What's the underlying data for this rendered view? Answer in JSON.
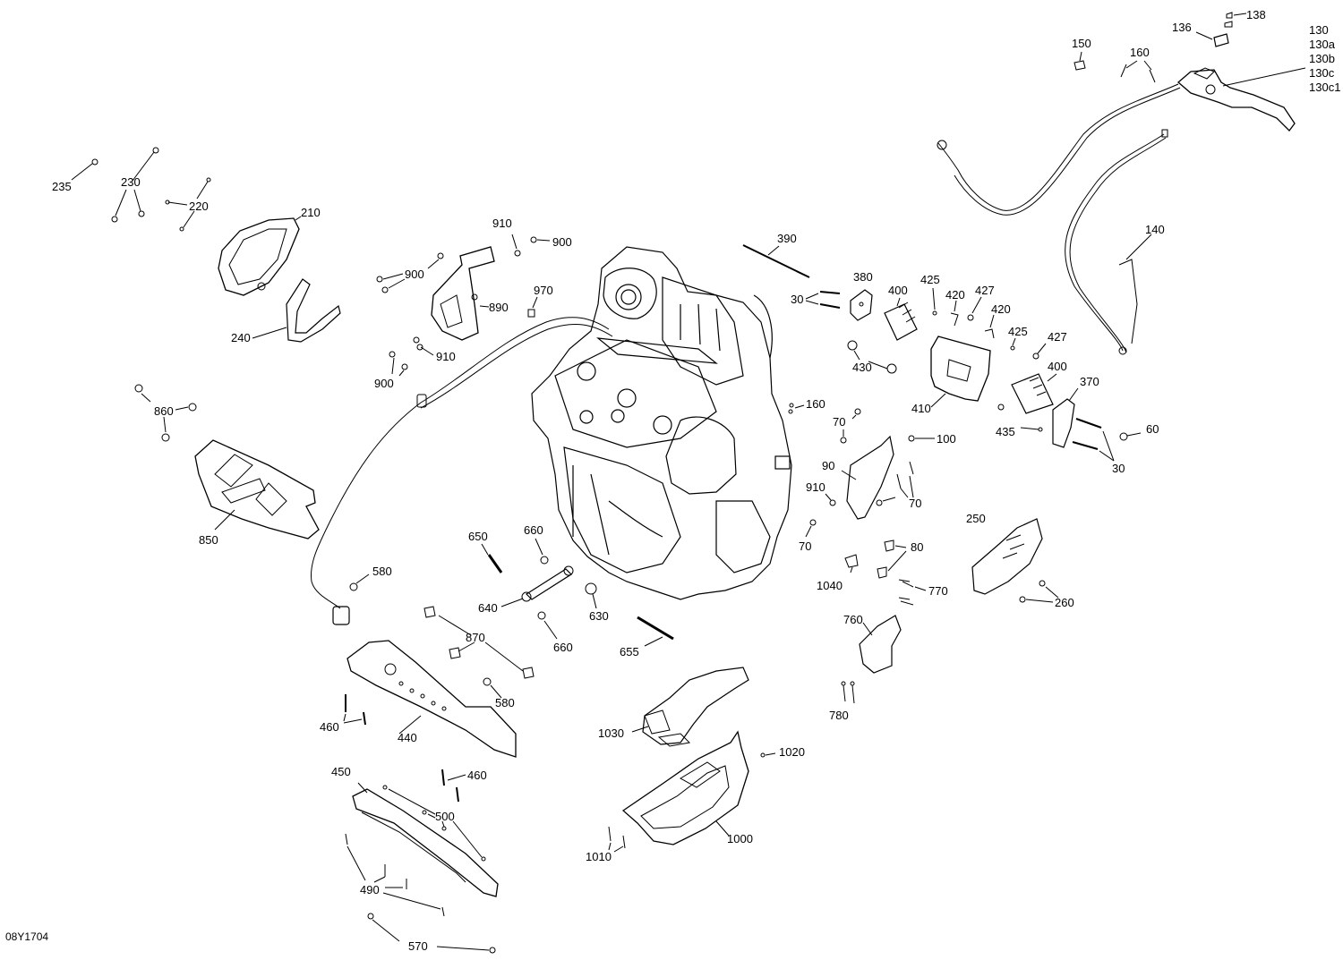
{
  "drawing_code": "08Y1704",
  "labels": {
    "l235": "235",
    "l230": "230",
    "l220": "220",
    "l210": "210",
    "l240": "240",
    "l860": "860",
    "l850": "850",
    "l910a": "910",
    "l900a": "900",
    "l900b": "900",
    "l890": "890",
    "l910b": "910",
    "l900c": "900",
    "l970": "970",
    "l390": "390",
    "l380": "380",
    "l30a": "30",
    "l400a": "400",
    "l425a": "425",
    "l420a": "420",
    "l427a": "427",
    "l420b": "420",
    "l425b": "425",
    "l427b": "427",
    "l430": "430",
    "l410": "410",
    "l400b": "400",
    "l370": "370",
    "l435": "435",
    "l60": "60",
    "l30b": "30",
    "l160a": "160",
    "l70a": "70",
    "l100": "100",
    "l90": "90",
    "l910c": "910",
    "l70b": "70",
    "l70c": "70",
    "l80": "80",
    "l1040": "1040",
    "l770": "770",
    "l250": "250",
    "l260": "260",
    "l760": "760",
    "l780": "780",
    "l650": "650",
    "l660a": "660",
    "l580a": "580",
    "l640": "640",
    "l630": "630",
    "l660b": "660",
    "l655": "655",
    "l870": "870",
    "l580b": "580",
    "l460a": "460",
    "l440": "440",
    "l450": "450",
    "l460b": "460",
    "l500": "500",
    "l490": "490",
    "l570": "570",
    "l1030": "1030",
    "l1020": "1020",
    "l1000": "1000",
    "l1010": "1010",
    "l150": "150",
    "l136": "136",
    "l138": "138",
    "l160b": "160",
    "l140": "140",
    "l130": "130",
    "l130a": "130a",
    "l130b": "130b",
    "l130c": "130c",
    "l130c1": "130c1"
  }
}
